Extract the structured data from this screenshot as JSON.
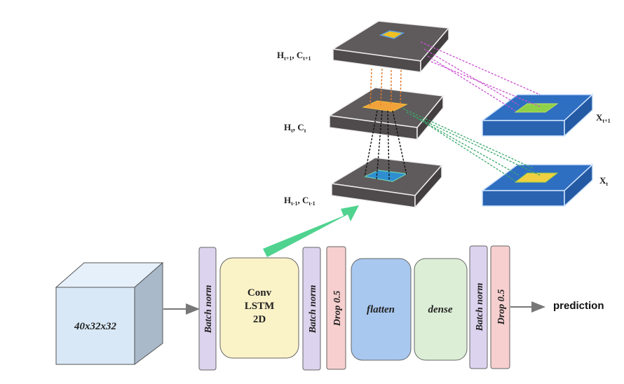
{
  "convlstm_cell": {
    "hidden_states": [
      {
        "id": "prev",
        "label_main": "H",
        "label_sub": "t-1",
        "label_main2": "C",
        "label_sub2": "t-1"
      },
      {
        "id": "curr",
        "label_main": "H",
        "label_sub": "t",
        "label_main2": "C",
        "label_sub2": "t"
      },
      {
        "id": "next",
        "label_main": "H",
        "label_sub": "t+1",
        "label_main2": "C",
        "label_sub2": "t+1"
      }
    ],
    "inputs": [
      {
        "id": "x_t",
        "label_main": "X",
        "label_sub": "t"
      },
      {
        "id": "x_t1",
        "label_main": "X",
        "label_sub": "t+1"
      }
    ]
  },
  "pipeline": {
    "input_shape": "40x32x32",
    "layers": [
      {
        "id": "bn1",
        "type": "batchnorm",
        "label": "Batch norm"
      },
      {
        "id": "convlstm",
        "type": "convlstm",
        "label_lines": [
          "Conv",
          "LSTM",
          "2D"
        ]
      },
      {
        "id": "bn2",
        "type": "batchnorm",
        "label": "Batch norm"
      },
      {
        "id": "drop1",
        "type": "dropout",
        "label": "Drop 0.5"
      },
      {
        "id": "flatten",
        "type": "flatten",
        "label": "flatten"
      },
      {
        "id": "dense",
        "type": "dense",
        "label": "dense"
      },
      {
        "id": "bn3",
        "type": "batchnorm",
        "label": "Batch norm"
      },
      {
        "id": "drop2",
        "type": "dropout",
        "label": "Drop 0.5"
      }
    ],
    "output_label": "prediction"
  },
  "colors": {
    "slab": "#5f5a5b",
    "slab_side": "#4a4647",
    "input_slab": "#2f6fc2",
    "input_slab_side": "#245aa3",
    "arrow_green": "#4fd38f",
    "cube_front": "#d8e8f6",
    "cube_top": "#e6f0fa",
    "cube_side": "#a9b9c9",
    "batchnorm": "#dcd3ee",
    "dropout": "#f7cfcf",
    "convlstm": "#fbf3c8",
    "flatten": "#a9c8f0",
    "dense": "#dceed6",
    "orange_lines": "#e07a2a",
    "magenta_lines": "#c94fd0",
    "green_lines": "#3aa86a",
    "black_lines": "#111111"
  }
}
